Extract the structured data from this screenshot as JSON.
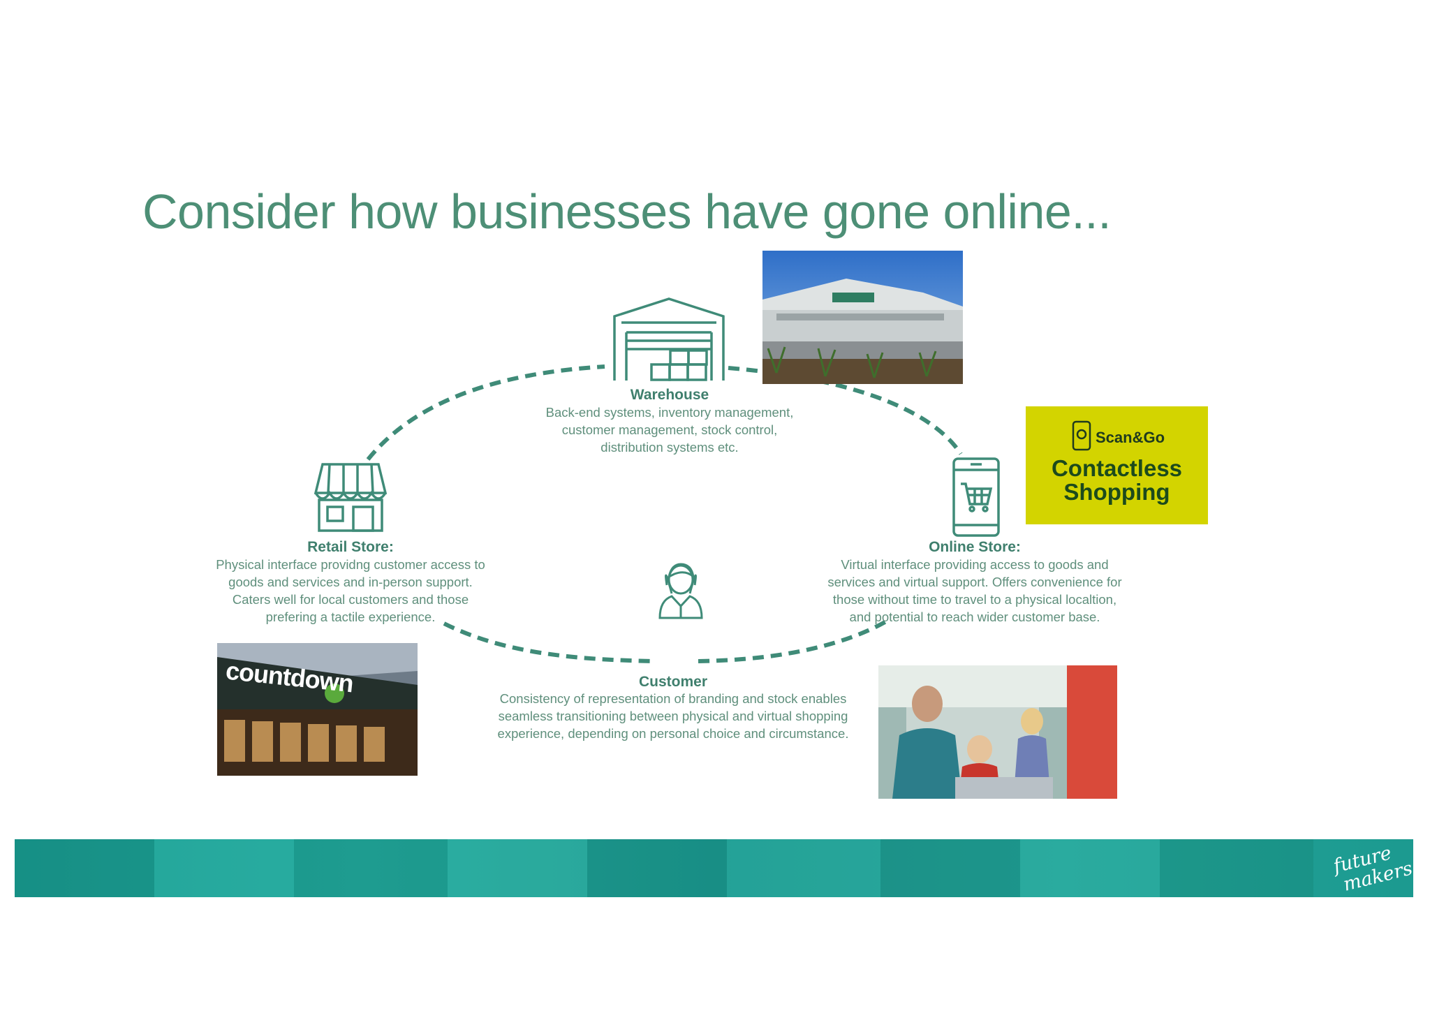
{
  "slide": {
    "title": "Consider how businesses have gone online..."
  },
  "nodes": {
    "warehouse": {
      "heading": "Warehouse",
      "desc_lines": [
        "Back-end systems, inventory management,",
        "customer management, stock control,",
        "distribution systems etc."
      ],
      "icon": "warehouse-icon"
    },
    "retail": {
      "heading": "Retail Store:",
      "desc_lines": [
        "Physical interface providng customer access to",
        "goods and services and in-person support.",
        "Caters well for local customers and those",
        "prefering a tactile experience."
      ],
      "icon": "storefront-icon"
    },
    "online": {
      "heading": "Online Store:",
      "desc_lines": [
        "Virtual interface providing access to goods and",
        "services and virtual support. Offers convenience for",
        "those without time to travel to a physical localtion,",
        "and potential to reach wider customer base."
      ],
      "icon": "phone-cart-icon"
    },
    "customer": {
      "heading": "Customer",
      "desc_lines": [
        "Consistency of representation of branding and stock enables",
        "seamless transitioning between physical and virtual shopping",
        "experience, depending on personal choice and circumstance."
      ],
      "icon": "person-icon"
    }
  },
  "badge": {
    "brand": "Scan&Go",
    "main_line1": "Contactless",
    "main_line2": "Shopping",
    "color": "#d3d400"
  },
  "storefront_photo": {
    "sign": "countdown"
  },
  "footer": {
    "band_color": "#1fa094",
    "logo_line1": "future",
    "logo_line2": "makers"
  },
  "colors": {
    "accent": "#4d8f76",
    "dash": "#3f8b78"
  }
}
